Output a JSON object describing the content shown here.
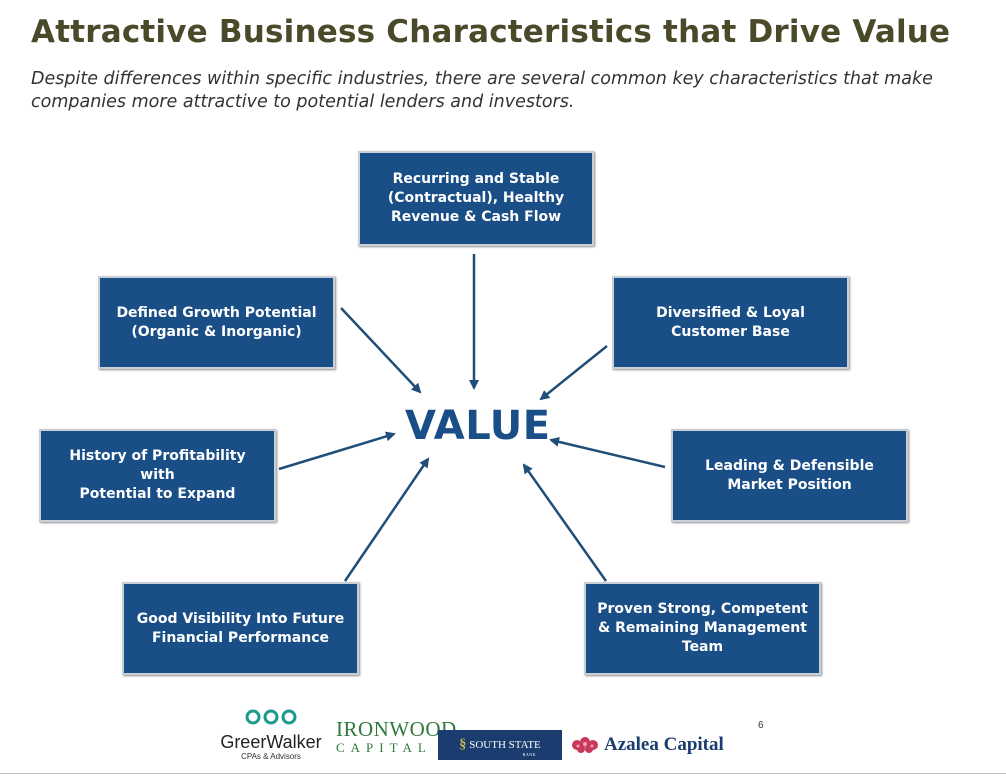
{
  "header": {
    "title": "Attractive Business Characteristics that Drive Value",
    "subtitle": "Despite differences within specific industries, there are several common key characteristics that make companies more attractive to potential lenders and investors."
  },
  "diagram": {
    "center_label": "VALUE",
    "boxes": {
      "top": "Recurring and Stable\n(Contractual), Healthy\nRevenue & Cash Flow",
      "upper_left": "Defined Growth Potential\n(Organic & Inorganic)",
      "upper_right": "Diversified & Loyal\nCustomer Base",
      "mid_left": "History of Profitability with\nPotential to Expand",
      "mid_right": "Leading & Defensible\nMarket Position",
      "lower_left": "Good Visibility Into Future\nFinancial Performance",
      "lower_right": "Proven Strong, Competent\n& Remaining Management\nTeam"
    },
    "colors": {
      "box_fill": "#1a4e86",
      "arrow": "#1f4e79",
      "value_text": "#1a4e86"
    }
  },
  "footer": {
    "page_number": "6",
    "logos": {
      "greerwalker": {
        "name": "GreerWalker",
        "tagline": "CPAs & Advisors"
      },
      "ironwood": {
        "name": "IRONWOOD",
        "sub": "CAPITAL"
      },
      "southstate": {
        "name": "SOUTH STATE",
        "sub": "BANK"
      },
      "azalea": {
        "name": "Azalea Capital"
      }
    }
  }
}
